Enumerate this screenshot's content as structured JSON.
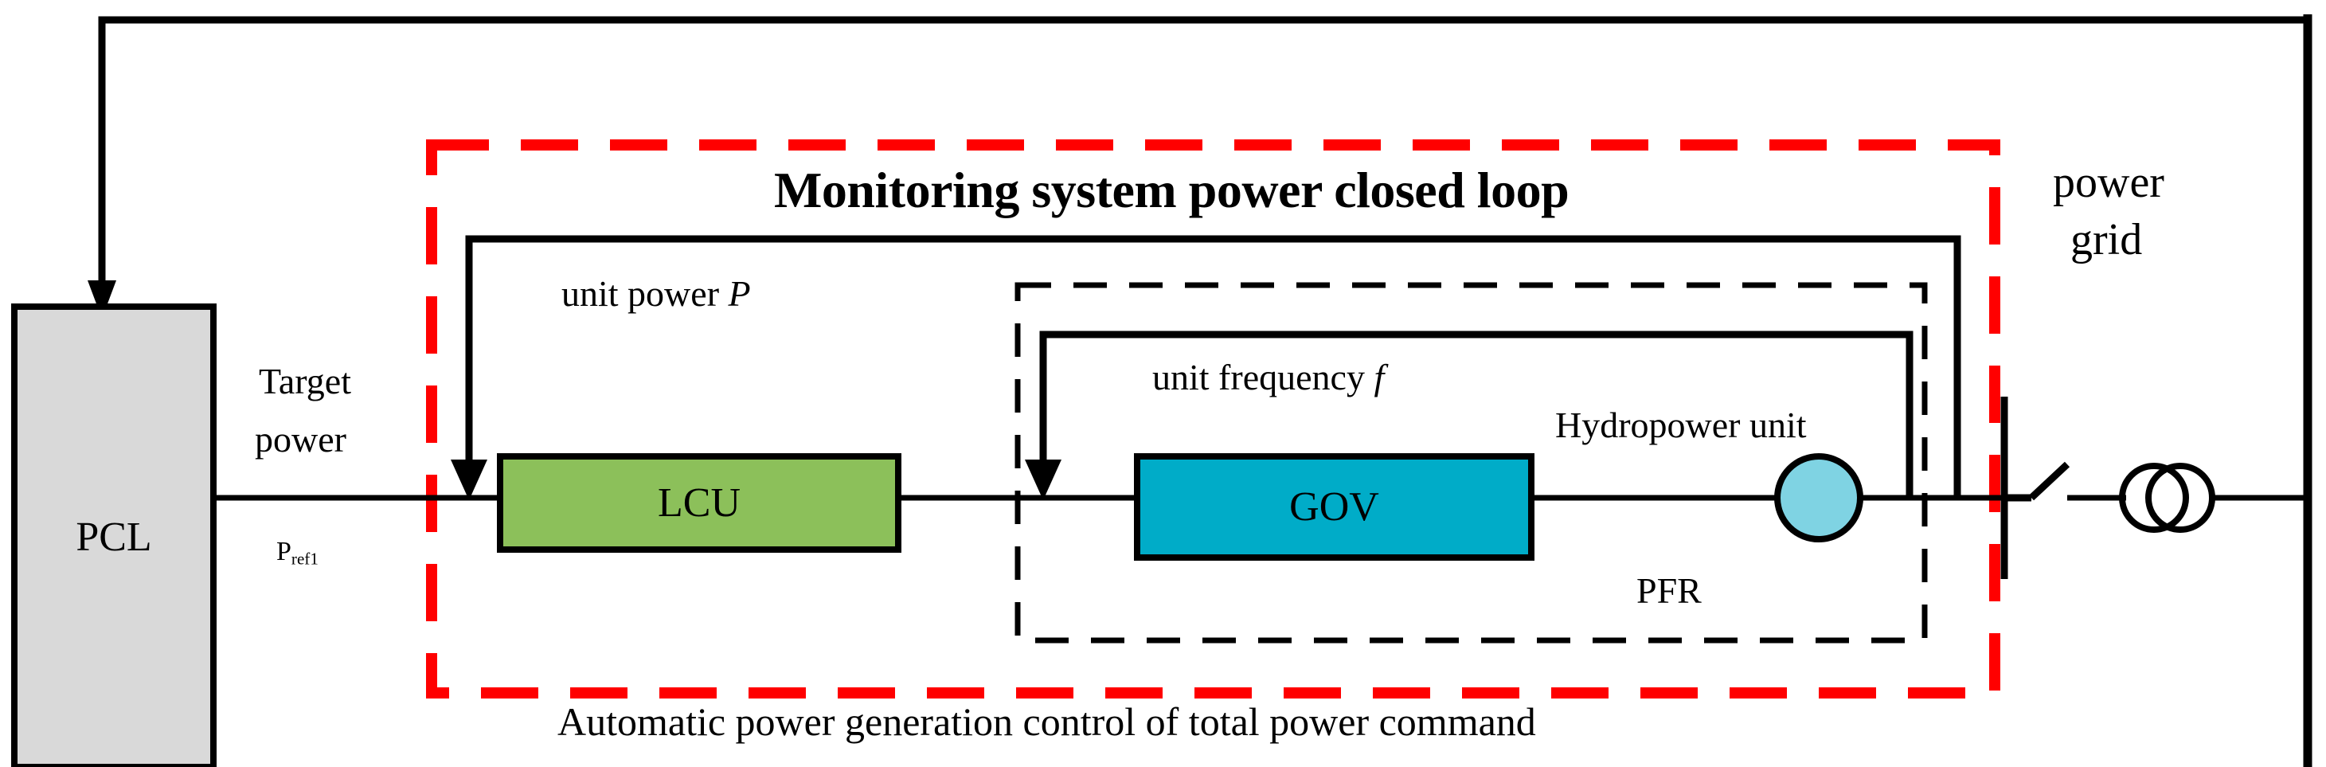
{
  "diagram": {
    "title": "Monitoring system power closed loop",
    "caption": "Automatic power generation control of total power command",
    "blocks": {
      "pcl": {
        "label": "PCL",
        "fill": "#d9d9d9"
      },
      "lcu": {
        "label": "LCU",
        "fill": "#8cc05a"
      },
      "gov": {
        "label": "GOV",
        "fill": "#00acc8"
      },
      "generator": {
        "label": "",
        "fill": "#7fd3e3"
      }
    },
    "labels": {
      "target_power_line1": "Target",
      "target_power_line2": "power",
      "pref": "P",
      "pref_sub": "ref1",
      "unit_power": "unit power ",
      "unit_power_sym": "P",
      "unit_frequency": "unit frequency ",
      "unit_frequency_sym": "f",
      "hydropower_unit": "Hydropower unit",
      "pfr": "PFR",
      "power_grid_line1": "power",
      "power_grid_line2": "grid"
    },
    "colors": {
      "red_dashed": "#ff0000",
      "black": "#000000",
      "green_block": "#8cc05a",
      "cyan_block": "#00acc8",
      "generator_blue": "#7fd3e3",
      "gray_block": "#d9d9d9"
    },
    "icons": {
      "switch": "open-switch-icon",
      "transformer": "two-winding-transformer-icon"
    }
  }
}
